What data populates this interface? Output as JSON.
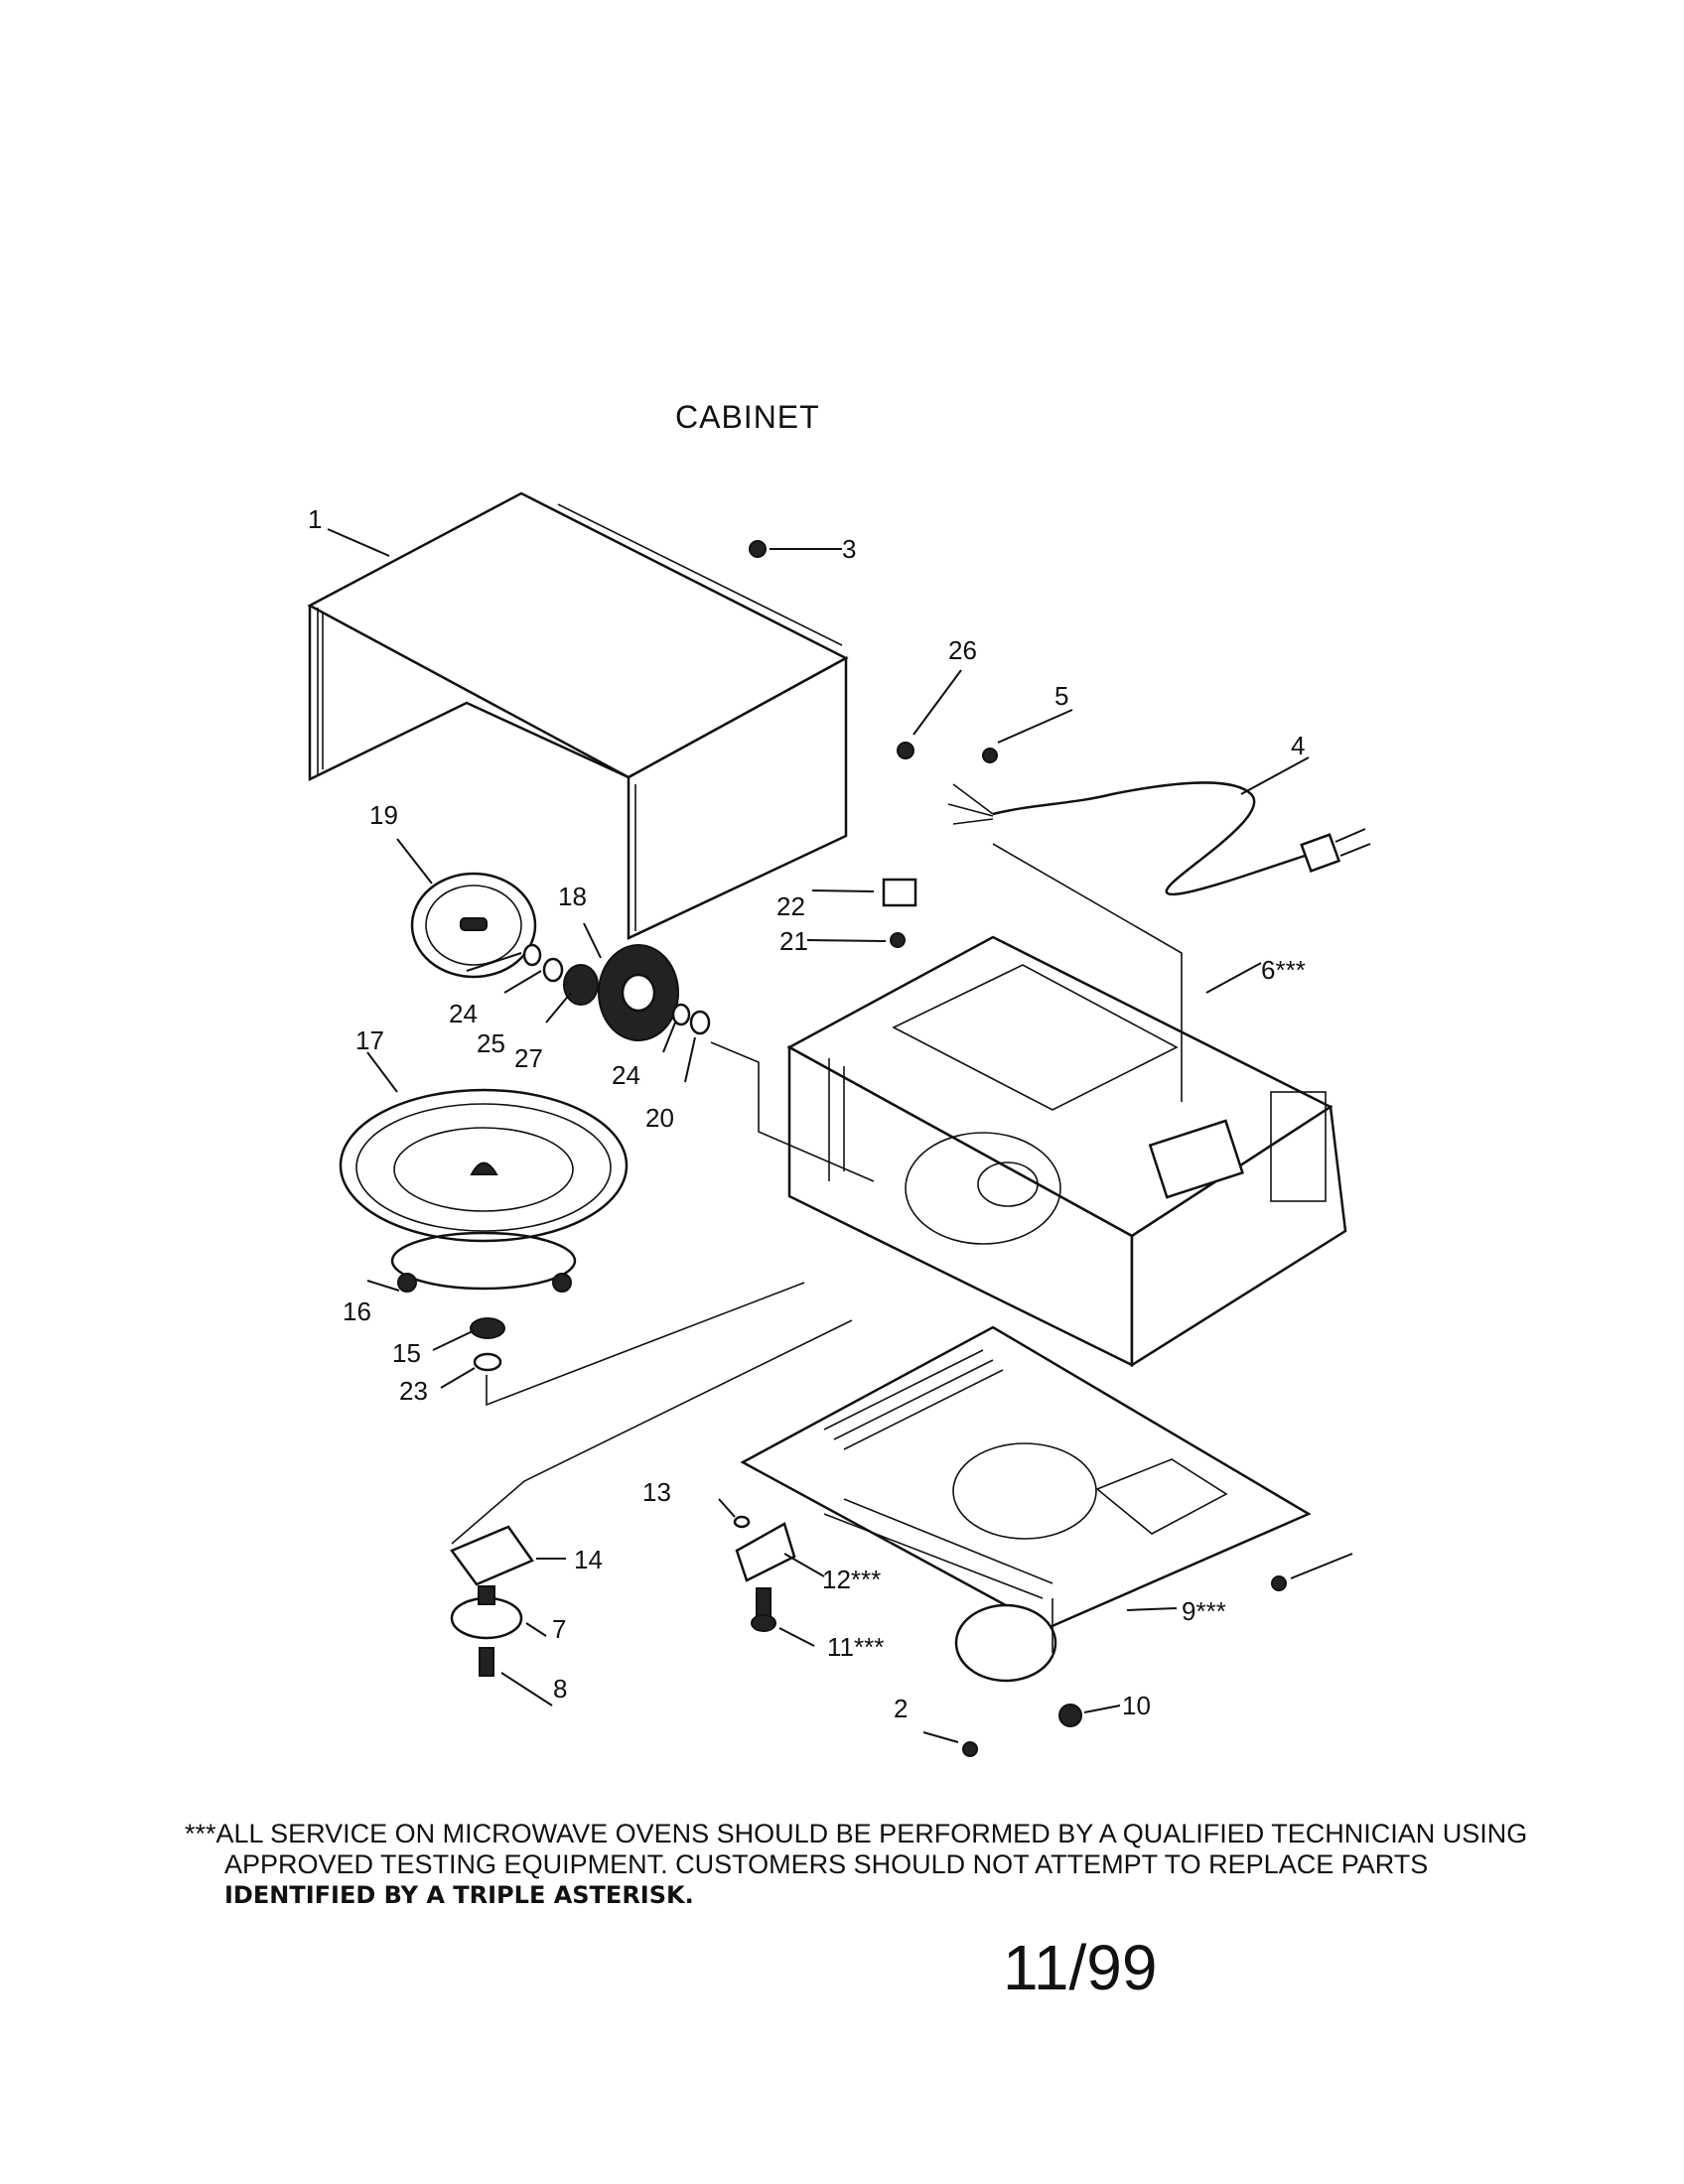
{
  "title": "CABINET",
  "labels": {
    "p1": "1",
    "p2": "2",
    "p3": "3",
    "p4": "4",
    "p5": "5",
    "p6": "6***",
    "p7": "7",
    "p8": "8",
    "p9": "9***",
    "p10": "10",
    "p11": "11***",
    "p12": "12***",
    "p13": "13",
    "p14": "14",
    "p15": "15",
    "p16": "16",
    "p17": "17",
    "p18": "18",
    "p19": "19",
    "p20": "20",
    "p21": "21",
    "p22": "22",
    "p23": "23",
    "p24a": "24",
    "p24b": "24",
    "p25": "25",
    "p26": "26",
    "p27": "27"
  },
  "note": {
    "line1": "***ALL SERVICE ON MICROWAVE OVENS SHOULD BE PERFORMED BY A  QUALIFIED TECHNICIAN USING",
    "line2": "APPROVED TESTING EQUIPMENT.  CUSTOMERS SHOULD NOT ATTEMPT TO REPLACE PARTS",
    "line3": "IDENTIFIED BY A TRIPLE ASTERISK."
  },
  "date": "11/99"
}
